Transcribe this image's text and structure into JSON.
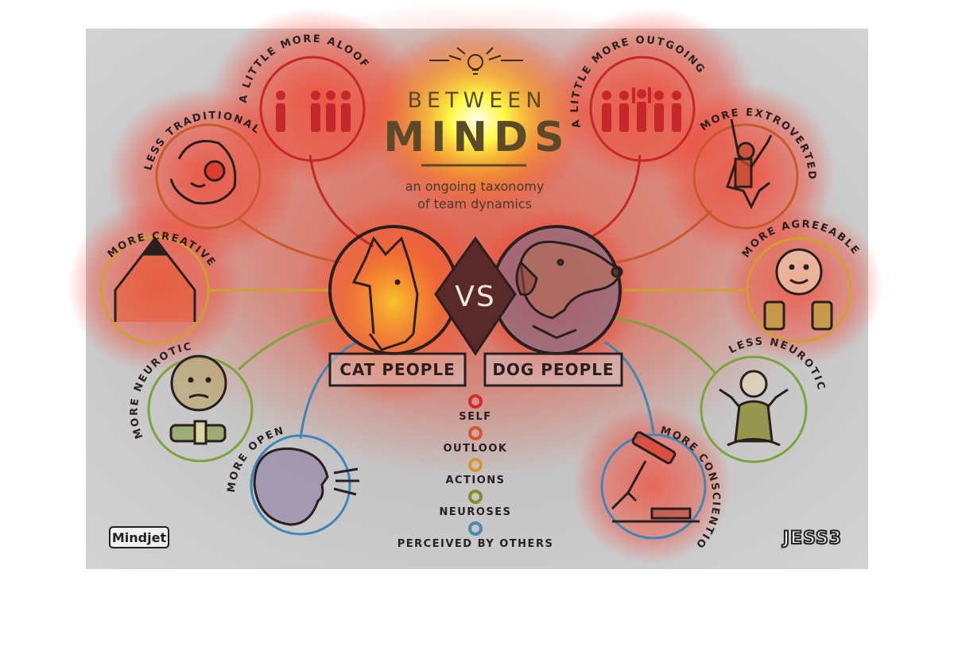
{
  "title": {
    "line1": "BETWEEN",
    "line2": "MINDS",
    "subtitle_line1": "an ongoing taxonomy",
    "subtitle_line2": "of team dynamics"
  },
  "versus": {
    "left_label": "CAT PEOPLE",
    "right_label": "DOG PEOPLE",
    "vs_text": "VS"
  },
  "traits": {
    "aloof": "A LITTLE MORE ALOOF",
    "traditional": "LESS TRADITIONAL",
    "creative": "MORE CREATIVE",
    "neurotic": "MORE NEUROTIC",
    "open": "MORE OPEN",
    "outgoing": "A LITTLE MORE OUTGOING",
    "extroverted": "MORE EXTROVERTED",
    "agreeable": "MORE AGREEABLE",
    "less_neurotic": "LESS NEUROTIC",
    "conscientious": "MORE CONSCIENTIOUS"
  },
  "legend": [
    {
      "label": "SELF",
      "color": "#d42a2a"
    },
    {
      "label": "OUTLOOK",
      "color": "#d8552a"
    },
    {
      "label": "ACTIONS",
      "color": "#d8962a"
    },
    {
      "label": "NEUROSES",
      "color": "#8a8a2a"
    },
    {
      "label": "PERCEIVED BY OTHERS",
      "color": "#4a8ab0"
    }
  ],
  "logos": {
    "left": "Mindjet",
    "right": "JESS3"
  },
  "colors": {
    "self": "#d42a2a",
    "outlook": "#d8552a",
    "actions": "#d8962a",
    "neuroses": "#7ba53a",
    "perceived": "#3f86b8",
    "panel": "#c9c9c9"
  }
}
